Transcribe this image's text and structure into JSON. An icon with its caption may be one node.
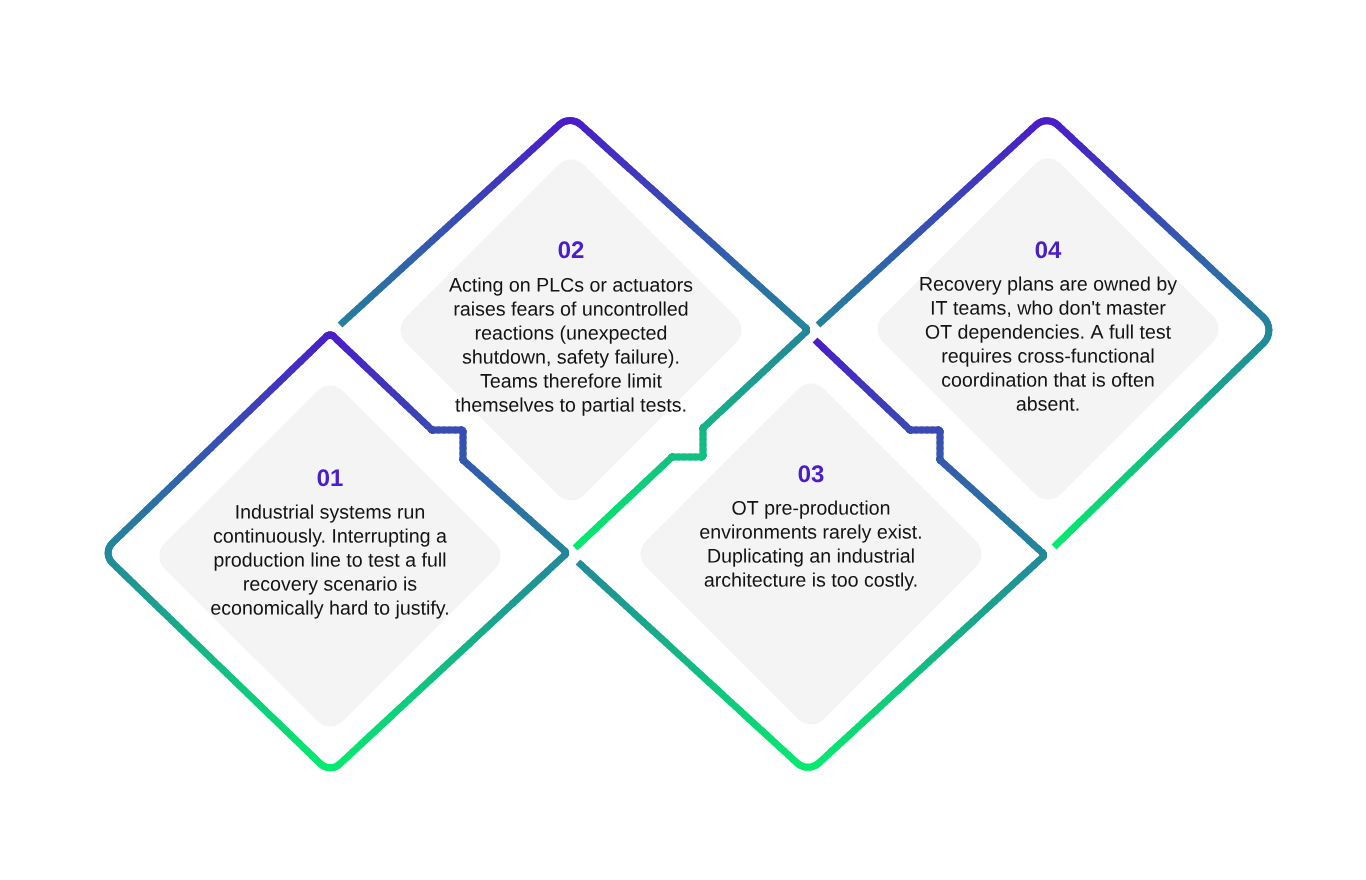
{
  "diagram": {
    "nodes": [
      {
        "text": [
          "01",
          "Industrial systems run continuously. Interrupting a production line to test a full recovery scenario is economically hard to justify."
        ]
      },
      {
        "text": [
          "02",
          "Acting on PLCs or actuators raises fears of uncontrolled reactions (unexpected shutdown, safety failure). Teams therefore limit themselves to partial tests."
        ]
      },
      {
        "text": [
          "03",
          "OT pre-production environments rarely exist. Duplicating an industrial architecture is too costly."
        ]
      },
      {
        "text": [
          "04",
          "Recovery plans are owned by IT teams, who don't master OT dependencies. A full test requires cross-functional coordination that is often absent."
        ]
      }
    ]
  }
}
